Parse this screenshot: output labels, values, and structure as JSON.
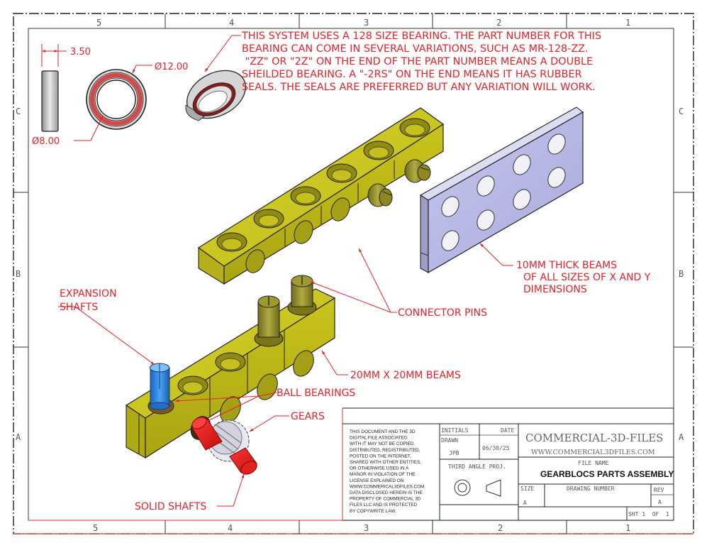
{
  "sheet": {
    "zone_columns": [
      "5",
      "4",
      "3",
      "2",
      "1"
    ],
    "zone_rows": [
      "C",
      "B",
      "A"
    ],
    "colors": {
      "annotation": "#e8202a",
      "border": "#333333",
      "beam_yellow": "#c8c41e",
      "plate_lavender": "#b8b9e6",
      "expansion_shaft_blue": "#2a7fd8",
      "solid_shaft_red": "#e81818",
      "gear_white": "#e8e8f0",
      "bearing_gray": "#cfcfcf",
      "bearing_seal_red": "#c84a4a"
    }
  },
  "dimensions": {
    "width": "3.50",
    "outer_diameter": "Ø12.00",
    "inner_diameter": "Ø8.00"
  },
  "notes": {
    "bearing_note": [
      "THIS SYSTEM USES A 128 SIZE BEARING.  THE PART NUMBER FOR THIS",
      "BEARING CAN COME IN SEVERAL VARIATIONS, SUCH AS MR-128-ZZ.",
      " \"ZZ\" OR \"2Z\" ON THE END OF THE PART NUMBER MEANS A DOUBLE",
      "SHEILDED BEARING.  A \"-2RS\" ON THE END MEANS IT HAS RUBBER",
      "SEALS.  THE SEALS ARE PREFERRED BUT ANY VARIATION WILL WORK."
    ],
    "thick_beams": [
      "10MM THICK BEAMS",
      "OF ALL SIZES OF X AND Y",
      "DIMENSIONS"
    ],
    "connector_pins": "CONNECTOR PINS",
    "expansion_shafts": [
      "EXPANSION",
      "SHAFTS"
    ],
    "beams_20mm": "20MM X 20MM BEAMS",
    "ball_bearings": "BALL BEARINGS",
    "gears": "GEARS",
    "solid_shafts": "SOLID SHAFTS"
  },
  "title_block": {
    "legal": [
      "THIS DOCUMENT AND THE 3D",
      "DIGITAL FILE ASSOCIATED",
      "WITH IT MAY NOT BE COPIED.",
      "DISTRIBUTED, REDISTRIBUTED,",
      "POSTED ON THE INTERNET,",
      "SHARED WITH OTHER ENTITIES,",
      "OR OTHERWISE USED IN A",
      "MANOR IN VIOLATION OF THE",
      "LICENSE EXPLAINED ON",
      "WWW.COMMERICAL3DFILES.COM.",
      "DATA DISCLOSED HEREIN IS THE",
      "PROPERTY OF COMMERCIAL 3D",
      "FILES LLC AND IS PROTECTED",
      "BY COPYWRITE LAW."
    ],
    "initials_label": "INITIALS",
    "date_label": "DATE",
    "drawn_label": "DRAWN",
    "drawn_by": "JPB",
    "drawn_date": "06/30/25",
    "projection_label": "THIRD ANGLE PROJ.",
    "company": "COMMERCIAL-3D-FILES",
    "website": "WWW.COMMERCIAL3DFILES.COM",
    "file_name_label": "FILE NAME",
    "file_name": "GEARBLOCS PARTS ASSEMBLY",
    "size_label": "SIZE",
    "size": "A",
    "drawing_number_label": "DRAWING NUMBER",
    "drawing_number": "",
    "rev_label": "REV",
    "rev": "A",
    "sheet": "SHT 1  OF  1"
  }
}
